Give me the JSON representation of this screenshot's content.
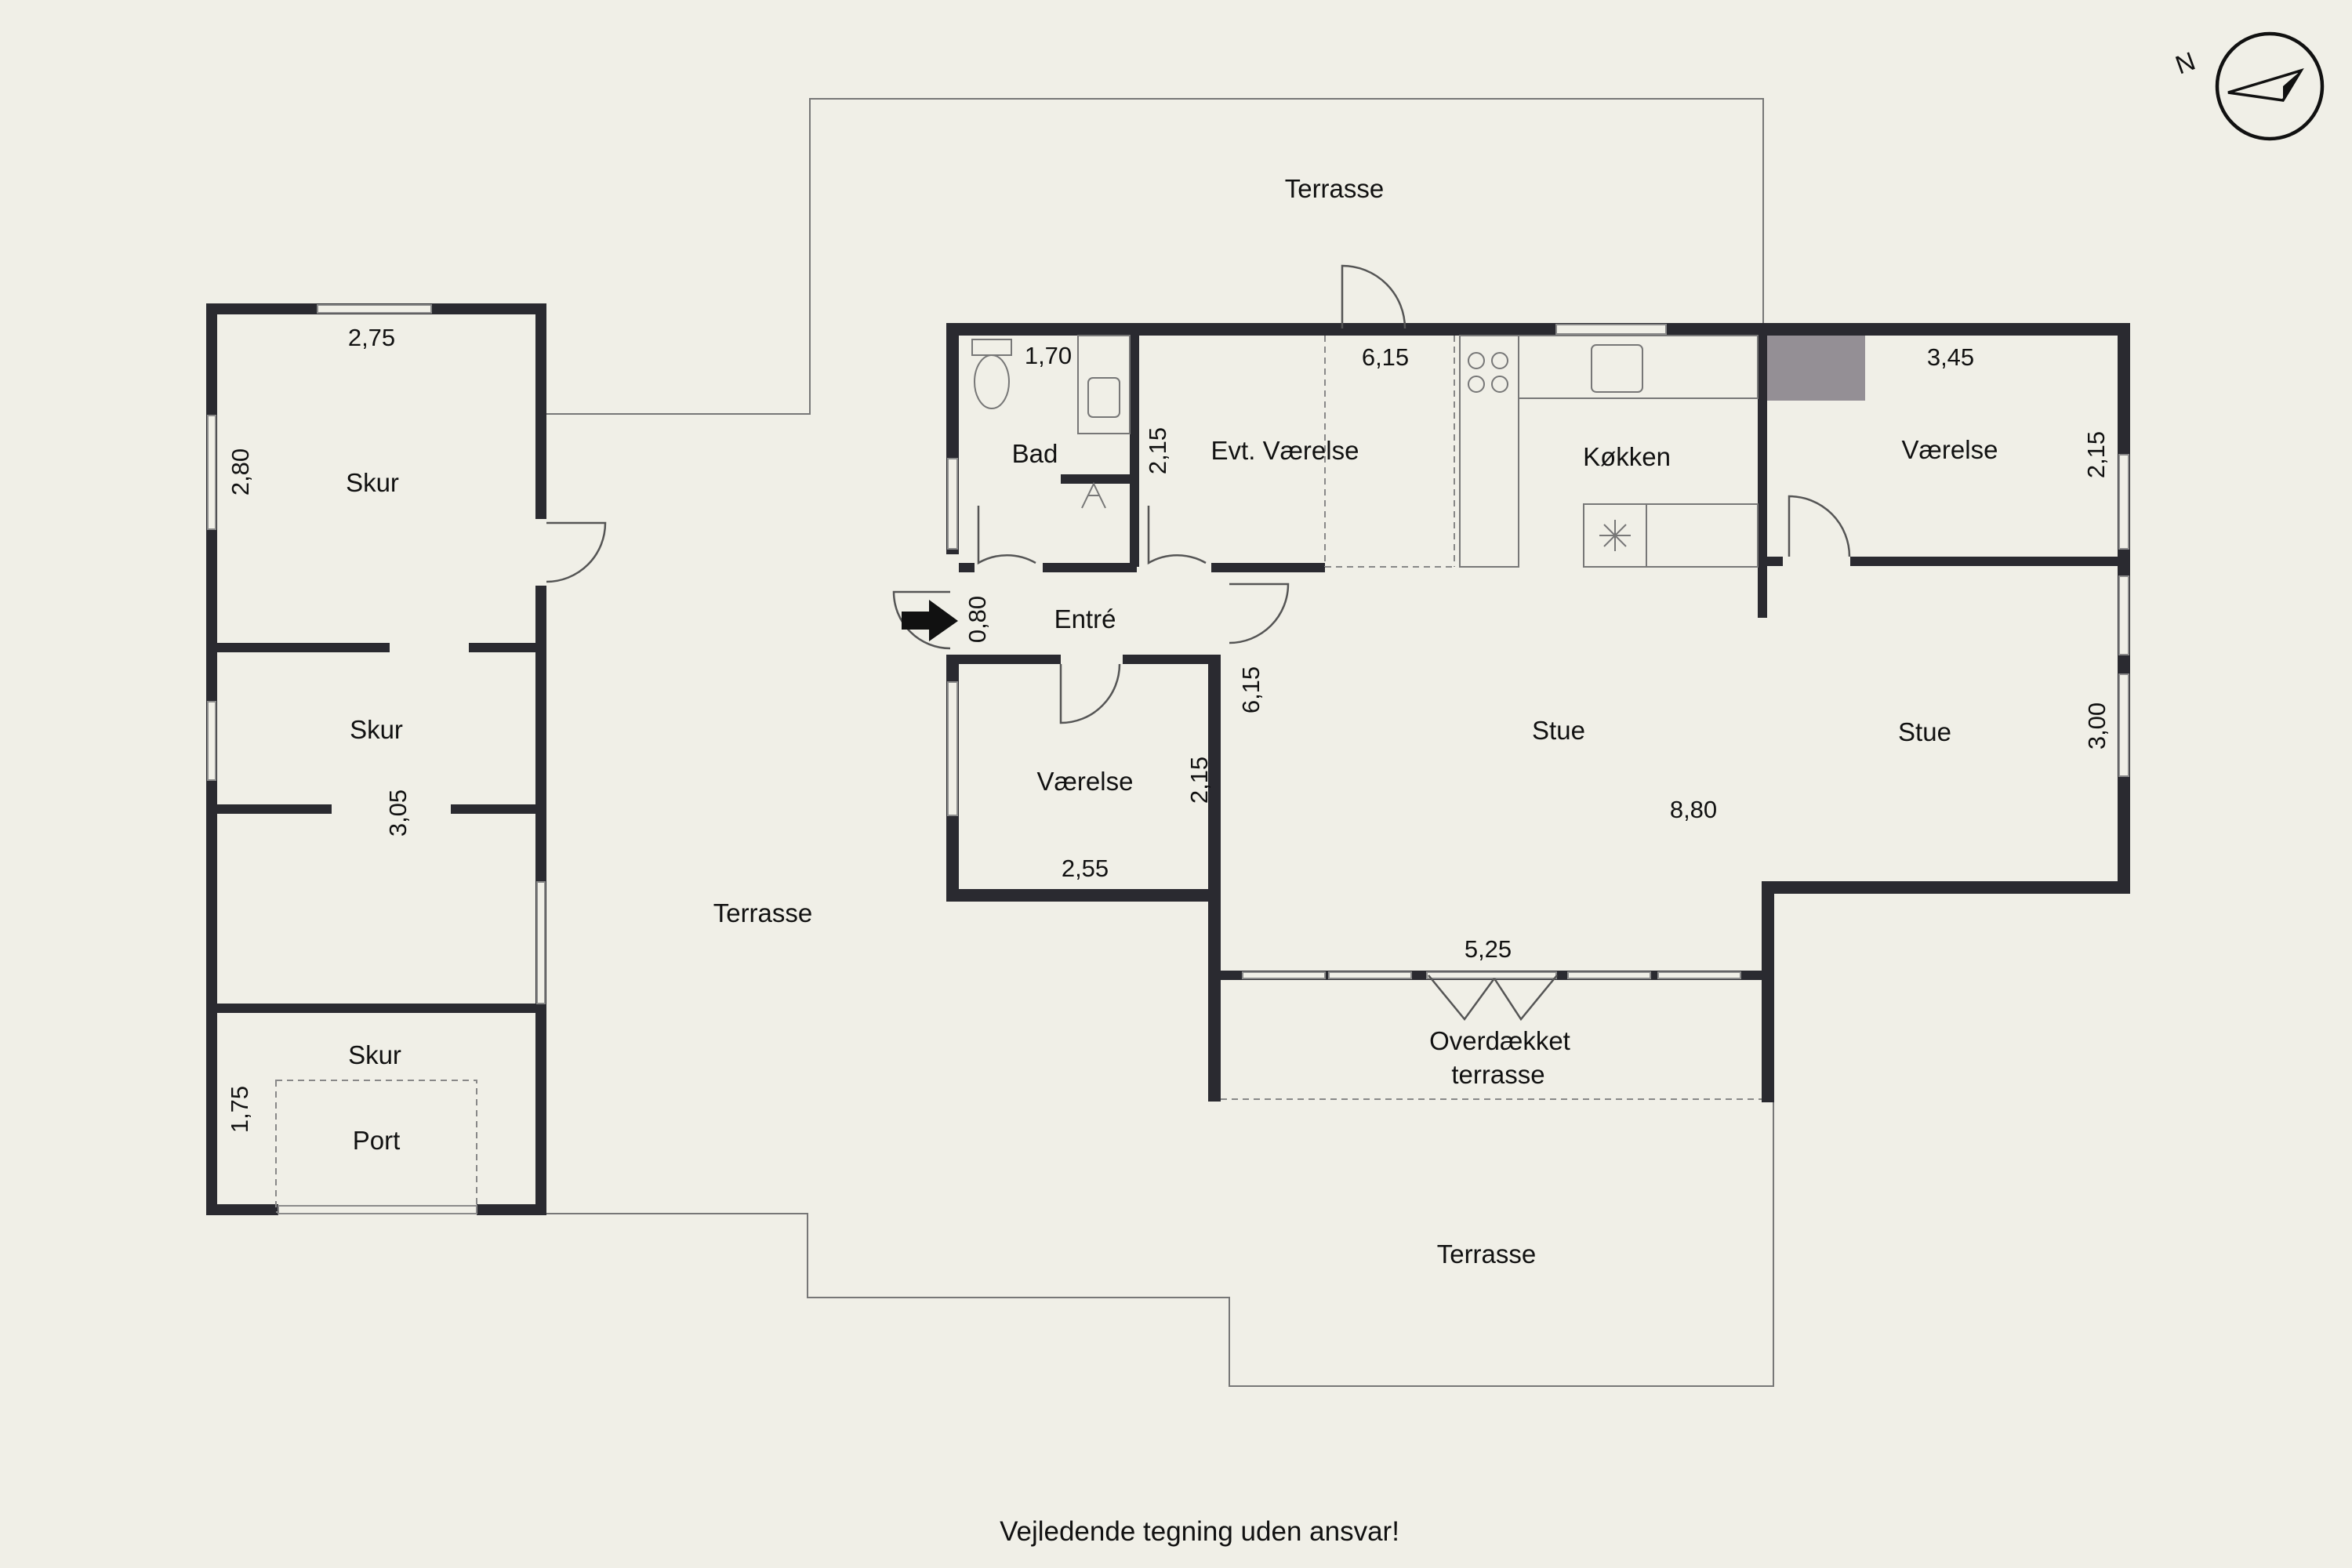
{
  "rooms": {
    "terrasse_top": "Terrasse",
    "terrasse_left": "Terrasse",
    "terrasse_bottom": "Terrasse",
    "skur_1": "Skur",
    "skur_2": "Skur",
    "skur_3": "Skur",
    "port": "Port",
    "bad": "Bad",
    "evt_vaerelse": "Evt. Værelse",
    "koekken": "Køkken",
    "vaerelse_ne": "Værelse",
    "entre": "Entré",
    "vaerelse_sw": "Værelse",
    "stue_1": "Stue",
    "stue_2": "Stue",
    "overdaekket_line1": "Overdækket",
    "overdaekket_line2": "terrasse"
  },
  "dimensions": {
    "skur_width": "2,75",
    "skur_height": "2,80",
    "skur_depth": "3,05",
    "port_depth": "1,75",
    "bad_width": "1,70",
    "evt_width": "6,15",
    "evt_height": "2,15",
    "vaerelse_ne_width": "3,45",
    "vaerelse_ne_height": "2,15",
    "entre_depth": "0,80",
    "stue_depth": "6,15",
    "vaerelse_sw_height": "2,15",
    "vaerelse_sw_width": "2,55",
    "stue_right_height": "3,00",
    "stue_width": "8,80",
    "overdaekket_width": "5,25"
  },
  "compass": {
    "label": "N"
  },
  "footer": "Vejledende tegning uden ansvar!",
  "colors": {
    "background": "#f0efe7",
    "wall": "#2a2a30",
    "fixture_gray": "#948f95"
  }
}
